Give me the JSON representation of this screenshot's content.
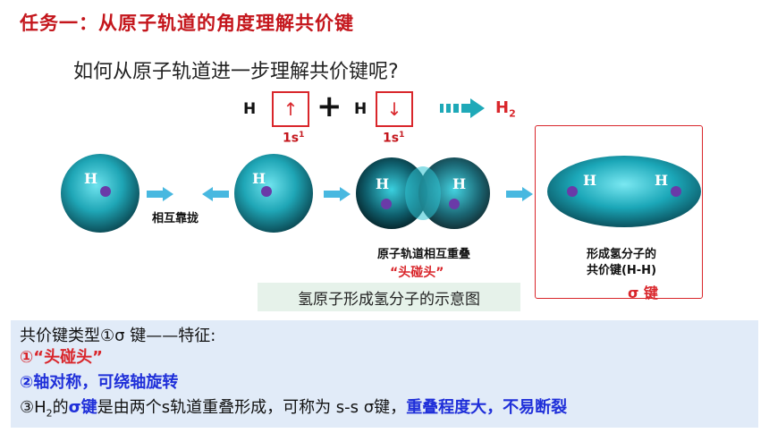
{
  "title": "任务一：从原子轨道的角度理解共价键",
  "question": "如何从原子轨道进一步理解共价键呢?",
  "equation": {
    "left_atom": "H",
    "left_spin": "↑",
    "plus": "+",
    "right_atom": "H",
    "right_spin": "↓",
    "orbital_left": "1s",
    "orbital_left_sup": "1",
    "orbital_right": "1s",
    "orbital_right_sup": "1",
    "product": "H",
    "product_sub": "2"
  },
  "diagram": {
    "atom_label": "H",
    "approach_label": "相互靠拢",
    "overlap_label": "原子轨道相互重叠",
    "overlap_quote": "“头碰头”",
    "molecule_label_1": "形成氢分子的",
    "molecule_label_2": "共价键(H-H)",
    "sigma_label": "σ 键",
    "caption": "氢原子形成氢分子的示意图"
  },
  "panel": {
    "line1": "共价键类型①σ 键——特征:",
    "line2": "①“头碰头”",
    "line3": "②轴对称，可绕轴旋转",
    "line4_a": "③H",
    "line4_sub": "2",
    "line4_b": "的",
    "line4_c": "σ键",
    "line4_d": "是由两个s轨道重叠形成，可称为 s-s σ键，",
    "line4_e": "重叠程度大，不易断裂"
  },
  "colors": {
    "accent_red": "#d9262b",
    "accent_blue": "#1f2fd9",
    "orbital_teal": "#1fb6c4",
    "nucleus_purple": "#6a3aa8",
    "panel_bg": "#e1ebf8"
  }
}
